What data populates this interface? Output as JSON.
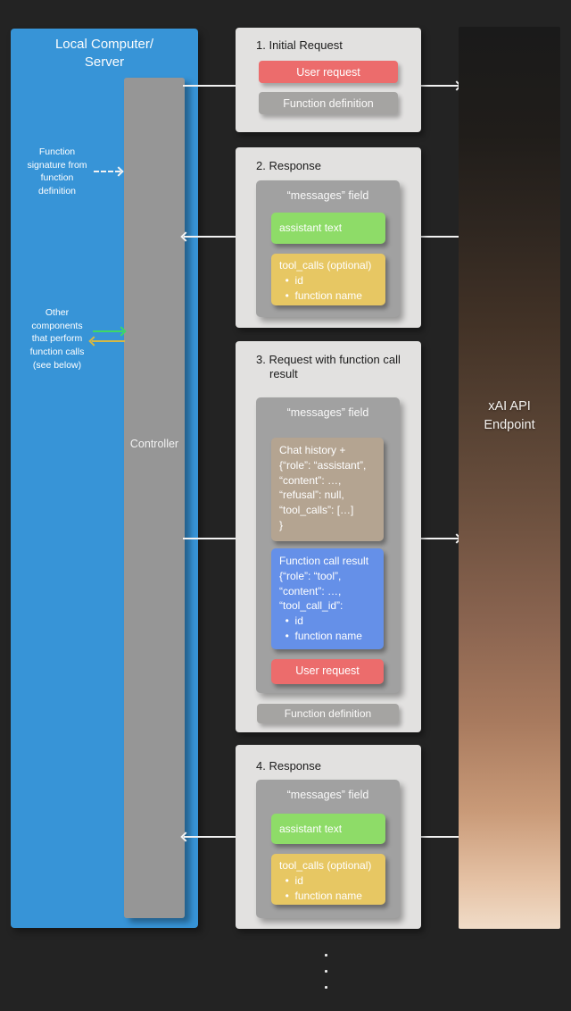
{
  "colors": {
    "background": "#232323",
    "blue_panel": "#3794d7",
    "controller_gray": "#969696",
    "step_panel_bg": "#e2e1e0",
    "messages_box_gray": "#a1a1a1",
    "assistant_green": "#8edc68",
    "tool_calls_yellow": "#e7c763",
    "user_request_red": "#ec6c6c",
    "chat_history_tan": "#b4a491",
    "function_result_blue": "#6590e8",
    "function_definition_gray": "#a5a4a2",
    "arrow_white": "#f2f2f2",
    "arrow_green": "#3fd964",
    "arrow_yellow": "#d6b844",
    "endpoint_gradient_top": "#1a1a1a",
    "endpoint_gradient_bottom": "#f0dcc8"
  },
  "left_panel": {
    "title": "Local Computer/\nServer",
    "controller_label": "Controller",
    "annotation_function_signature": "Function\nsignature from\nfunction\ndefinition",
    "annotation_other_components": "Other\ncomponents\nthat perform\nfunction calls\n(see below)"
  },
  "steps": [
    {
      "heading": "1. Initial Request",
      "user_request": "User request",
      "function_definition": "Function definition"
    },
    {
      "heading": "2. Response",
      "messages_field": "“messages” field",
      "assistant_text": "assistant text",
      "tool_calls": "tool_calls (optional)\n  •  id\n  •  function name"
    },
    {
      "heading": "3. Request with function call result",
      "messages_field": "“messages” field",
      "chat_history": "Chat history +\n{“role”: “assistant”,\n“content”: …,\n“refusal”: null,\n“tool_calls”: […]\n}",
      "function_call_result": "Function call result\n{“role”: “tool”,\n“content”: …,\n“tool_call_id”:\n  •  id\n  •  function name",
      "user_request": "User request",
      "function_definition": "Function definition"
    },
    {
      "heading": "4. Response",
      "messages_field": "“messages” field",
      "assistant_text": "assistant text",
      "tool_calls": "tool_calls (optional)\n  •  id\n  •  function name"
    }
  ],
  "endpoint_panel": {
    "title": "xAI API\nEndpoint"
  }
}
